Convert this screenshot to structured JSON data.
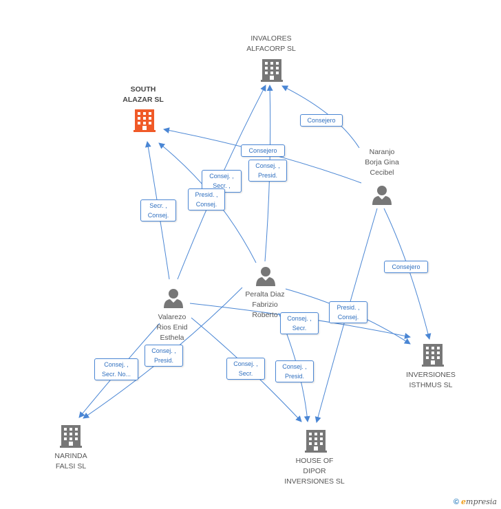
{
  "colors": {
    "edge": "#4a86d4",
    "building": "#777777",
    "building_highlight": "#f05a28",
    "person": "#777777"
  },
  "nodes": {
    "invalores": {
      "label": [
        "INVALORES",
        "ALFACORP SL"
      ],
      "icon": "building-icon"
    },
    "south_alazar": {
      "label": [
        "SOUTH",
        "ALAZAR SL"
      ],
      "icon": "building-icon-highlight"
    },
    "naranjo": {
      "label": [
        "Naranjo",
        "Borja Gina",
        "Cecibel"
      ],
      "icon": "person-icon"
    },
    "peralta": {
      "label": [
        "Peralta Diaz",
        "Fabrizio",
        "Roberto"
      ],
      "icon": "person-icon"
    },
    "valarezo": {
      "label": [
        "Valarezo",
        "Rios Enid",
        "Esthela"
      ],
      "icon": "person-icon"
    },
    "inversiones_isthmus": {
      "label": [
        "INVERSIONES",
        "ISTHMUS SL"
      ],
      "icon": "building-icon"
    },
    "narinda": {
      "label": [
        "NARINDA",
        "FALSI SL"
      ],
      "icon": "building-icon"
    },
    "house_of_dipor": {
      "label": [
        "HOUSE OF",
        "DIPOR",
        "INVERSIONES SL"
      ],
      "icon": "building-icon"
    }
  },
  "edge_labels": {
    "naranjo_invalores": [
      "Consejero"
    ],
    "naranjo_south": [
      "Consejero"
    ],
    "naranjo_isthmus": [
      "Consejero"
    ],
    "valarezo_south": [
      "Secr. ,",
      "Consej."
    ],
    "valarezo_invalores": [
      "Consej. ,",
      "Secr. ,"
    ],
    "peralta_invalores": [
      "Consej. ,",
      "Presid."
    ],
    "peralta_south": [
      "Presid. ,",
      "Consej."
    ],
    "valarezo_narinda": [
      "Consej. ,",
      "Secr. No..."
    ],
    "peralta_narinda": [
      "Consej. ,",
      "Presid."
    ],
    "valarezo_house": [
      "Consej. ,",
      "Secr."
    ],
    "peralta_house": [
      "Consej. ,",
      "Presid."
    ],
    "valarezo_isthmus": [
      "Consej. ,",
      "Secr."
    ],
    "peralta_isthmus": [
      "Presid. ,",
      "Consej."
    ]
  },
  "footer": {
    "copyright": "©",
    "brand_e": "e",
    "brand_rest": "mpresia"
  }
}
